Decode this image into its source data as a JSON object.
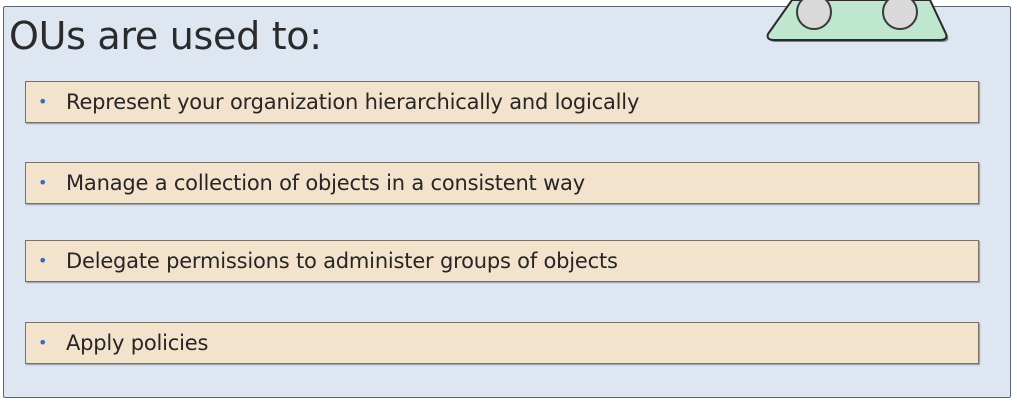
{
  "slide": {
    "title": "OUs are used to:",
    "bullet_symbol": "•",
    "bullets": [
      "Represent your organization hierarchically and logically",
      "Manage a collection of objects in a consistent way",
      "Delegate permissions to administer groups of objects",
      "Apply policies"
    ]
  },
  "colors": {
    "panel_background": "#dde6f1",
    "bullet_box_background": "#f3e3cc",
    "bullet_dot": "#2f6fb3",
    "decor_fill": "#bfe6cf",
    "decor_circle": "#d9d9d9"
  }
}
